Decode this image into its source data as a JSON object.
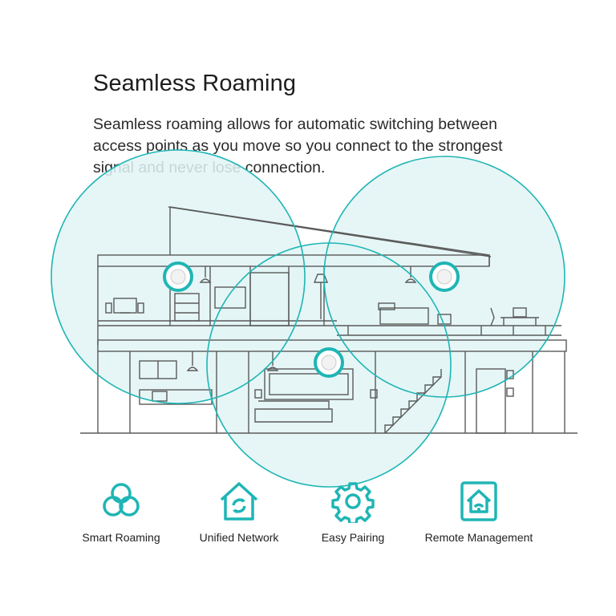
{
  "heading": "Seamless Roaming",
  "description": "Seamless roaming allows for automatic switching between access points as you move so you connect to the strongest signal and never lose connection.",
  "colors": {
    "accent": "#1fb5b5",
    "coverage_fill": "#dff4f4",
    "line": "#555555"
  },
  "features": [
    {
      "label": "Smart Roaming",
      "icon": "smart-roaming-icon"
    },
    {
      "label": "Unified Network",
      "icon": "unified-network-icon"
    },
    {
      "label": "Easy Pairing",
      "icon": "easy-pairing-icon"
    },
    {
      "label": "Remote Management",
      "icon": "remote-management-icon"
    }
  ]
}
